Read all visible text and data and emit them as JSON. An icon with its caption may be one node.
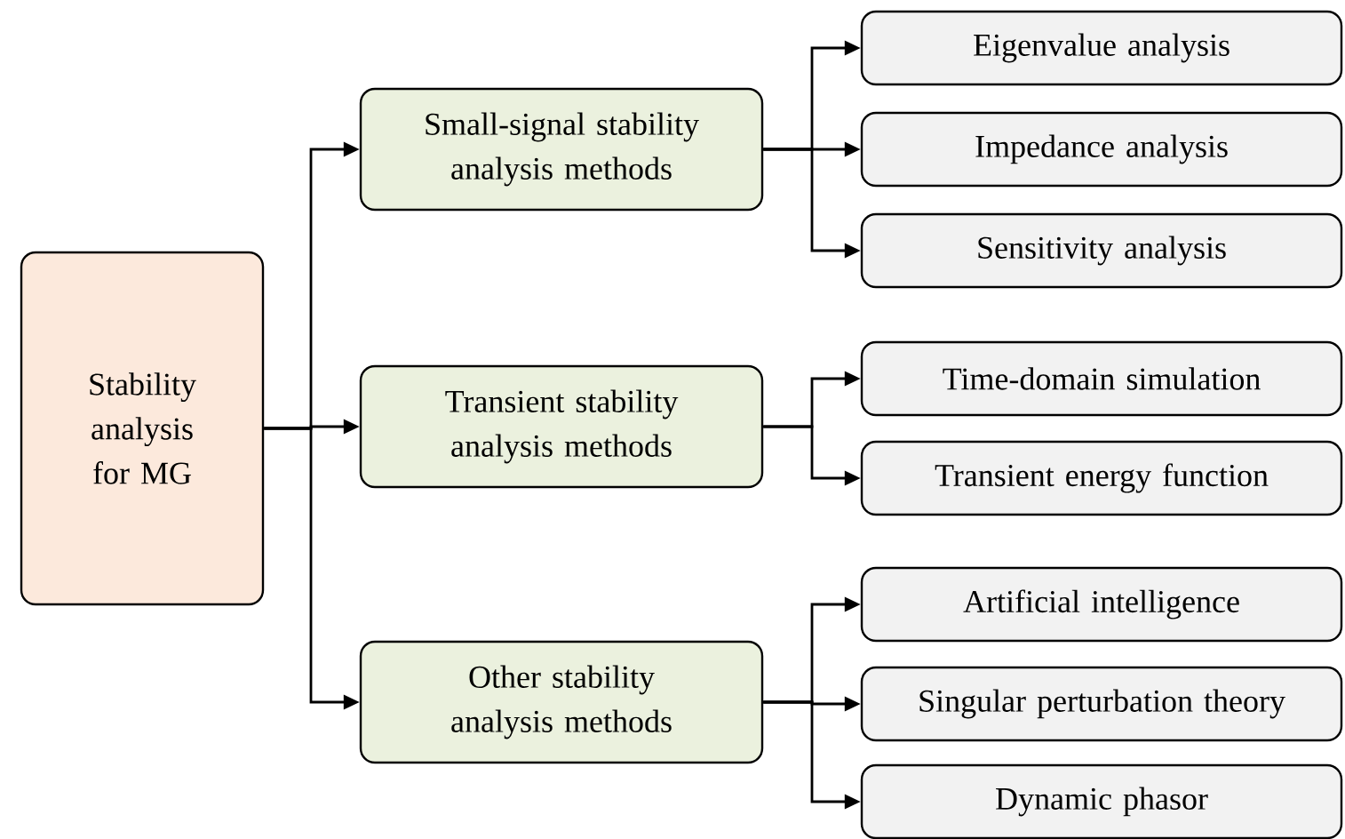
{
  "diagram": {
    "nodes": [
      {
        "text": [
          "Stability analysis for MG"
        ]
      },
      {
        "text": [
          "Small-signal stability analysis methods"
        ]
      },
      {
        "text": [
          "Transient stability analysis methods"
        ]
      },
      {
        "text": [
          "Other stability analysis methods"
        ]
      },
      {
        "text": [
          "Eigenvalue analysis"
        ]
      },
      {
        "text": [
          "Impedance analysis"
        ]
      },
      {
        "text": [
          "Sensitivity analysis"
        ]
      },
      {
        "text": [
          "Time-domain simulation"
        ]
      },
      {
        "text": [
          "Transient energy function"
        ]
      },
      {
        "text": [
          "Artificial intelligence"
        ]
      },
      {
        "text": [
          "Singular perturbation theory"
        ]
      },
      {
        "text": [
          "Dynamic phasor"
        ]
      }
    ],
    "edges": [
      {
        "from": 0,
        "to": 1,
        "arrow": "to"
      },
      {
        "from": 0,
        "to": 2,
        "arrow": "to"
      },
      {
        "from": 0,
        "to": 3,
        "arrow": "to"
      },
      {
        "from": 1,
        "to": 4,
        "arrow": "to"
      },
      {
        "from": 1,
        "to": 5,
        "arrow": "to"
      },
      {
        "from": 1,
        "to": 6,
        "arrow": "to"
      },
      {
        "from": 2,
        "to": 7,
        "arrow": "to"
      },
      {
        "from": 2,
        "to": 8,
        "arrow": "to"
      },
      {
        "from": 3,
        "to": 9,
        "arrow": "to"
      },
      {
        "from": 3,
        "to": 10,
        "arrow": "to"
      },
      {
        "from": 3,
        "to": 11,
        "arrow": "to"
      }
    ]
  }
}
